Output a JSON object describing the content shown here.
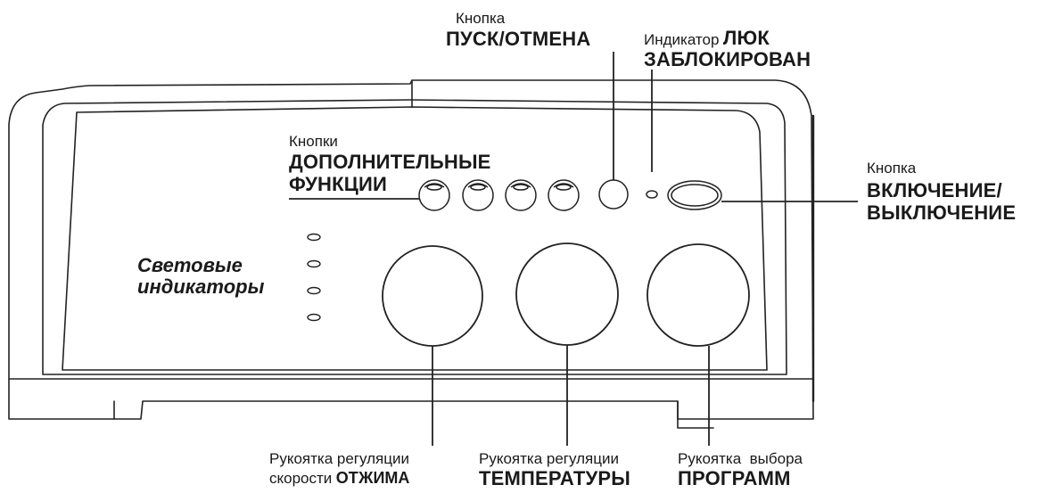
{
  "labels": {
    "start_cancel": {
      "line1": "Кнопка",
      "line2": "ПУСК/ОТМЕНА"
    },
    "door_locked": {
      "prefix": "Индикатор",
      "word1": "ЛЮК",
      "line2": "ЗАБЛОКИРОВАН"
    },
    "extra_functions": {
      "line1": "Кнопки",
      "line2": "ДОПОЛНИТЕЛЬНЫЕ",
      "line3": "ФУНКЦИИ"
    },
    "power": {
      "line1": "Кнопка",
      "line2": "ВКЛЮЧЕНИЕ/",
      "line3": "ВЫКЛЮЧЕНИЕ"
    },
    "indicators": {
      "line1": "Световые",
      "line2": "индикаторы"
    },
    "spin_knob": {
      "line1": "Рукоятка регуляции",
      "line2_prefix": "скорости",
      "line2_bold": "ОТЖИМА"
    },
    "temp_knob": {
      "line1": "Рукоятка регуляции",
      "line2": "ТЕМПЕРАТУРЫ"
    },
    "program_knob": {
      "line1": "Рукоятка  выбора",
      "line2": "ПРОГРАММ"
    }
  },
  "colors": {
    "stroke": "#222222",
    "text": "#1a1a1a",
    "background": "#ffffff"
  }
}
